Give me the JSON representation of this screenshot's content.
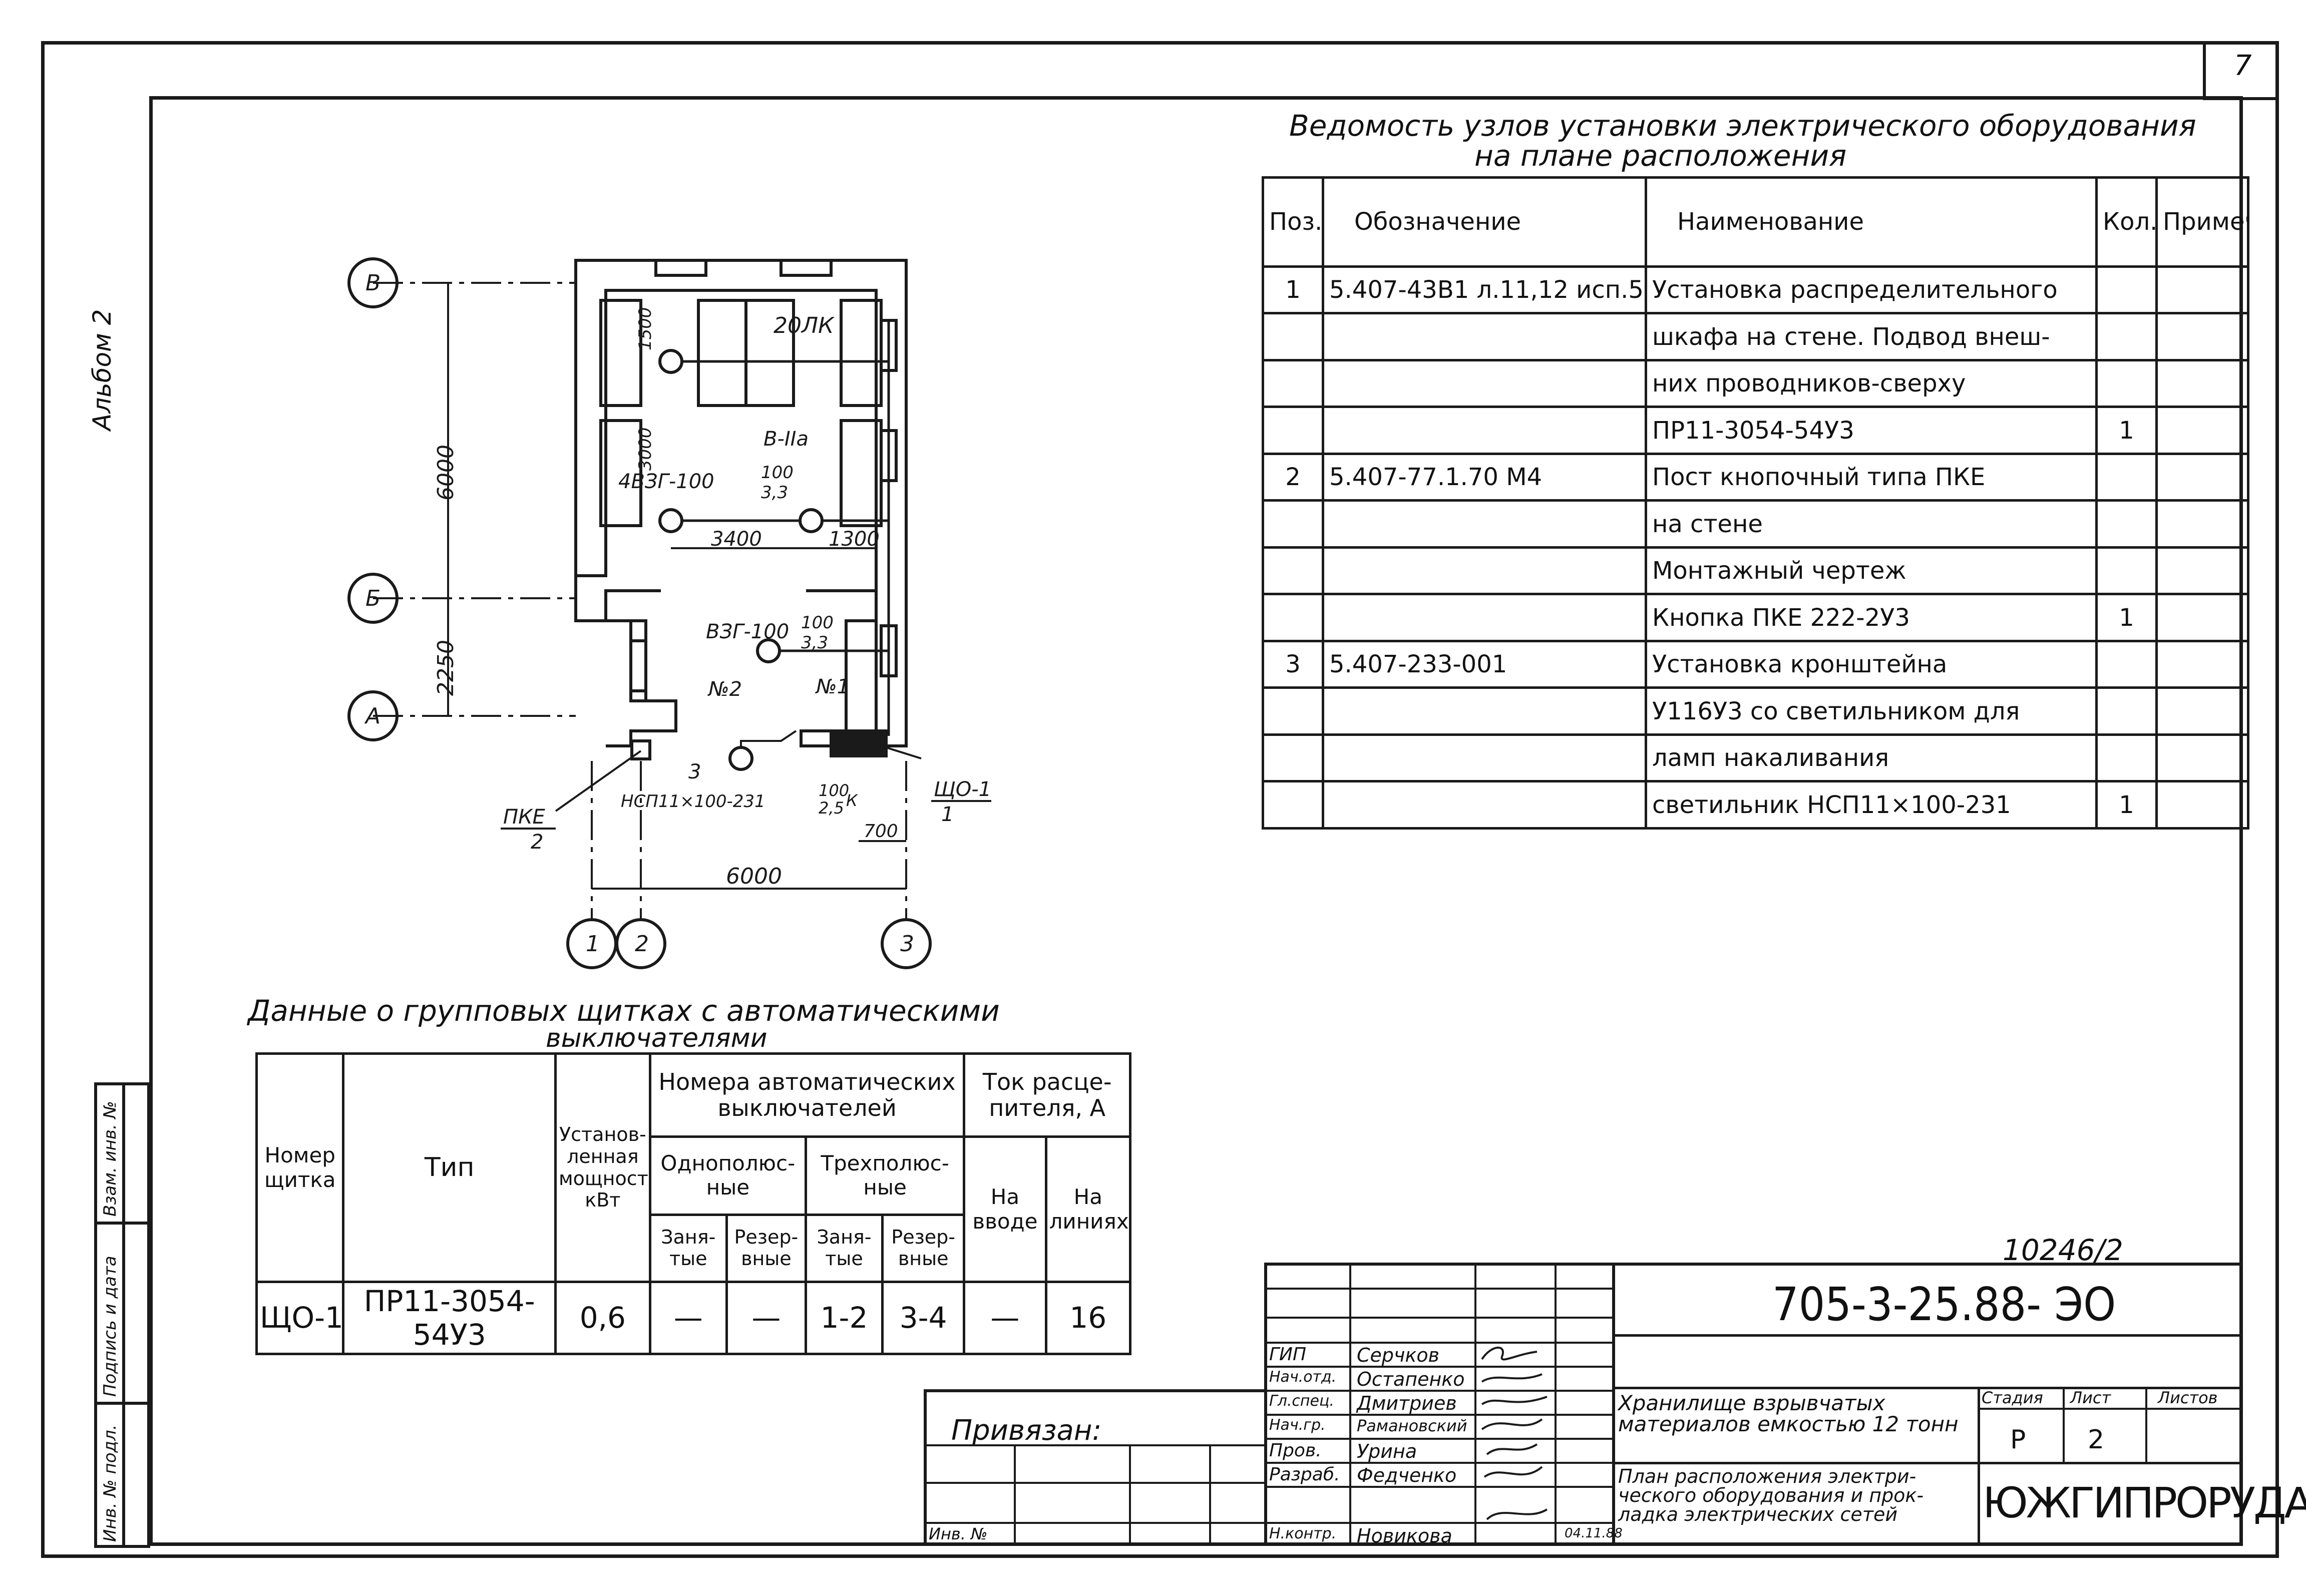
{
  "sheet_number": "7",
  "album": "Альбом 2",
  "equipment_table": {
    "title_line1": "Ведомость узлов установки электрического оборудования",
    "title_line2": "на плане расположения",
    "headers": [
      "Поз.",
      "Обозначение",
      "Наименование",
      "Кол.",
      "Примеч."
    ],
    "rows": [
      [
        "1",
        "5.407-43В1 л.11,12 исп.5",
        "Установка распределительного",
        "",
        ""
      ],
      [
        "",
        "",
        "шкафа на стене. Подвод внеш-",
        "",
        ""
      ],
      [
        "",
        "",
        "них проводников-сверху",
        "",
        ""
      ],
      [
        "",
        "",
        "ПР11-3054-54У3",
        "1",
        ""
      ],
      [
        "2",
        "5.407-77.1.70 М4",
        "Пост кнопочный типа ПКЕ",
        "",
        ""
      ],
      [
        "",
        "",
        "на стене",
        "",
        ""
      ],
      [
        "",
        "",
        "Монтажный чертеж",
        "",
        ""
      ],
      [
        "",
        "",
        "Кнопка ПКЕ 222-2У3",
        "1",
        ""
      ],
      [
        "3",
        "5.407-233-001",
        "Установка кронштейна",
        "",
        ""
      ],
      [
        "",
        "",
        "У116У3 со светильником для",
        "",
        ""
      ],
      [
        "",
        "",
        "ламп накаливания",
        "",
        ""
      ],
      [
        "",
        "",
        "светильник НСП11×100-231",
        "1",
        ""
      ]
    ]
  },
  "plan": {
    "axes": {
      "v": "В",
      "b": "Б",
      "a": "А",
      "n1": "1",
      "n2": "2",
      "n3": "3"
    },
    "dims": {
      "d6000_vertical": "6000",
      "d2250": "2250",
      "d1500": "1500",
      "d3000": "3000",
      "d3400": "3400",
      "d1300": "1300",
      "d700": "700",
      "d6000_horizontal": "6000"
    },
    "labels": {
      "lamp_20": "20ЛК",
      "zone": "В-IIа",
      "fixture_4": "4ВЗГ-100",
      "fixture_4_frac_top": "100",
      "fixture_4_frac_bottom": "3,3",
      "fixture_1": "ВЗГ-100",
      "fixture_1_frac_top": "100",
      "fixture_1_frac_bottom": "3,3",
      "no2": "№2",
      "no1": "№1",
      "pos3": "3",
      "nsp": "НСП11×100-231",
      "nsp_frac_top": "100",
      "nsp_frac_bottom": "2,5",
      "nsp_frac_suffix": "К",
      "pke_label": "ПКЕ",
      "pke_num": "2",
      "shco_label": "ЩО-1",
      "shco_num": "1"
    }
  },
  "panel_table": {
    "title_line1": "Данные о групповых щитках с автоматическими",
    "title_line2": "выключателями",
    "h_number": "Номер щитка",
    "h_type": "Тип",
    "h_power": "Установ-ленная мощность кВт",
    "h_breakers": "Номера автоматических выключателей",
    "h_current": "Ток расце-пителя, А",
    "h_single": "Однополюс-ные",
    "h_triple": "Трехполюс-ные",
    "h_input": "На вводе",
    "h_lines": "На линиях",
    "h_busy": "Заня-тые",
    "h_reserve": "Резер-вные",
    "row": [
      "ЩО-1",
      "ПР11-3054-54У3",
      "0,6",
      "—",
      "—",
      "1-2",
      "3-4",
      "—",
      "16"
    ]
  },
  "title_block": {
    "inventory_mark": "10246/2",
    "code": "705-3-25.88- ЭО",
    "bound_label": "Привязан:",
    "inv_no_label": "Инв. №",
    "roles": [
      "ГИП",
      "Нач.отд.",
      "Гл.спец.",
      "Нач.гр.",
      "Пров.",
      "Разраб.",
      "Н.контр."
    ],
    "names": [
      "Серчков",
      "Остапенко",
      "Дмитриев",
      "Рамановский",
      "Урина",
      "Федченко",
      "Новикова"
    ],
    "date": "04.11.88",
    "project_title": "Хранилище взрывчатых материалов емкостью 12 тонн",
    "sheet_title": "План расположения электри-ческого оборудования и прок-ладка электрических сетей",
    "stage_label": "Стадия",
    "sheet_label": "Лист",
    "sheets_label": "Листов",
    "stage": "Р",
    "sheet": "2",
    "org": "ЮЖГИПРОРУДА"
  },
  "side_strip": [
    "Инв. № подл.",
    "Подпись и дата",
    "Взам. инв. №"
  ]
}
